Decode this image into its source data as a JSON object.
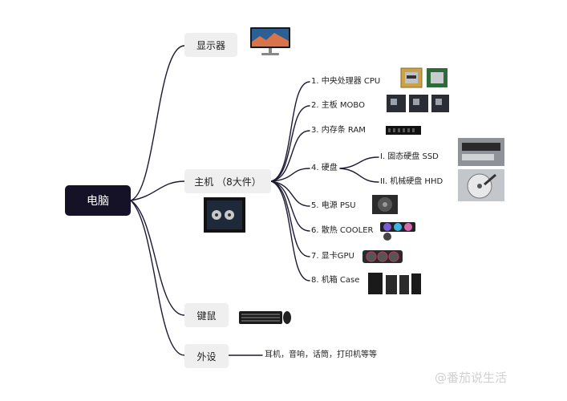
{
  "root": {
    "label": "电脑"
  },
  "branches": {
    "monitor": "显示器",
    "host": "主机 （8大件）",
    "keyboard_mouse": "键鼠",
    "peripherals": "外设"
  },
  "components": {
    "cpu": "1. 中央处理器 CPU",
    "mobo": "2. 主板 MOBO",
    "ram": "3. 内存条 RAM",
    "disk": "4. 硬盘",
    "psu": "5. 电源 PSU",
    "cooler": "6. 散热 COOLER",
    "gpu": "7. 显卡GPU",
    "case": "8. 机箱 Case"
  },
  "disks": {
    "ssd": "I. 固态硬盘 SSD",
    "hdd": "II. 机械硬盘 HHD"
  },
  "peripherals_detail": "耳机，音响，话筒，打印机等等",
  "watermark": "@番茄说生活",
  "colors": {
    "root_bg": "#151228",
    "pill_bg": "#efefef",
    "line": "#1c1a33"
  },
  "icons": [
    "monitor-icon",
    "cpu-icon",
    "motherboard-icon",
    "ram-icon",
    "ssd-icon",
    "hdd-icon",
    "pc-case-icon",
    "psu-icon",
    "cooler-icon",
    "gpu-icon",
    "cases-icon",
    "keyboard-mouse-icon"
  ]
}
